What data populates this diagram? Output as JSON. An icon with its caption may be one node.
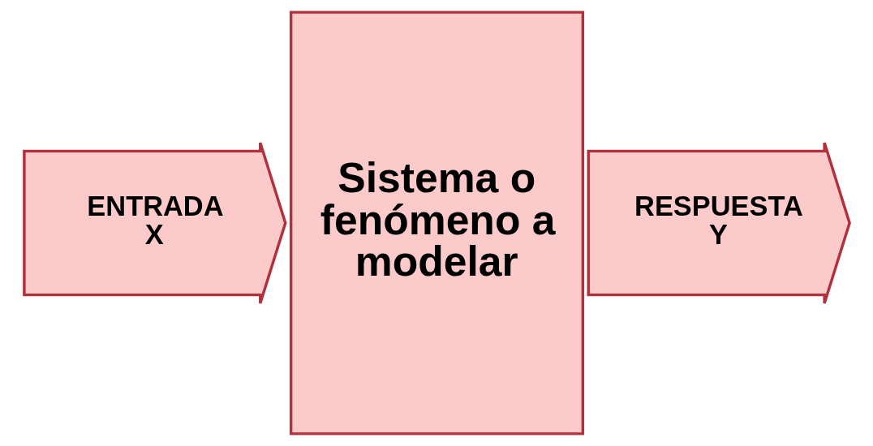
{
  "diagram": {
    "nodes": [
      {
        "text": [
          "ENTRADA",
          "X"
        ]
      },
      {
        "text": [
          "Sistema o fenómeno a modelar"
        ]
      },
      {
        "text": [
          "RESPUESTA",
          "Y"
        ]
      }
    ]
  }
}
